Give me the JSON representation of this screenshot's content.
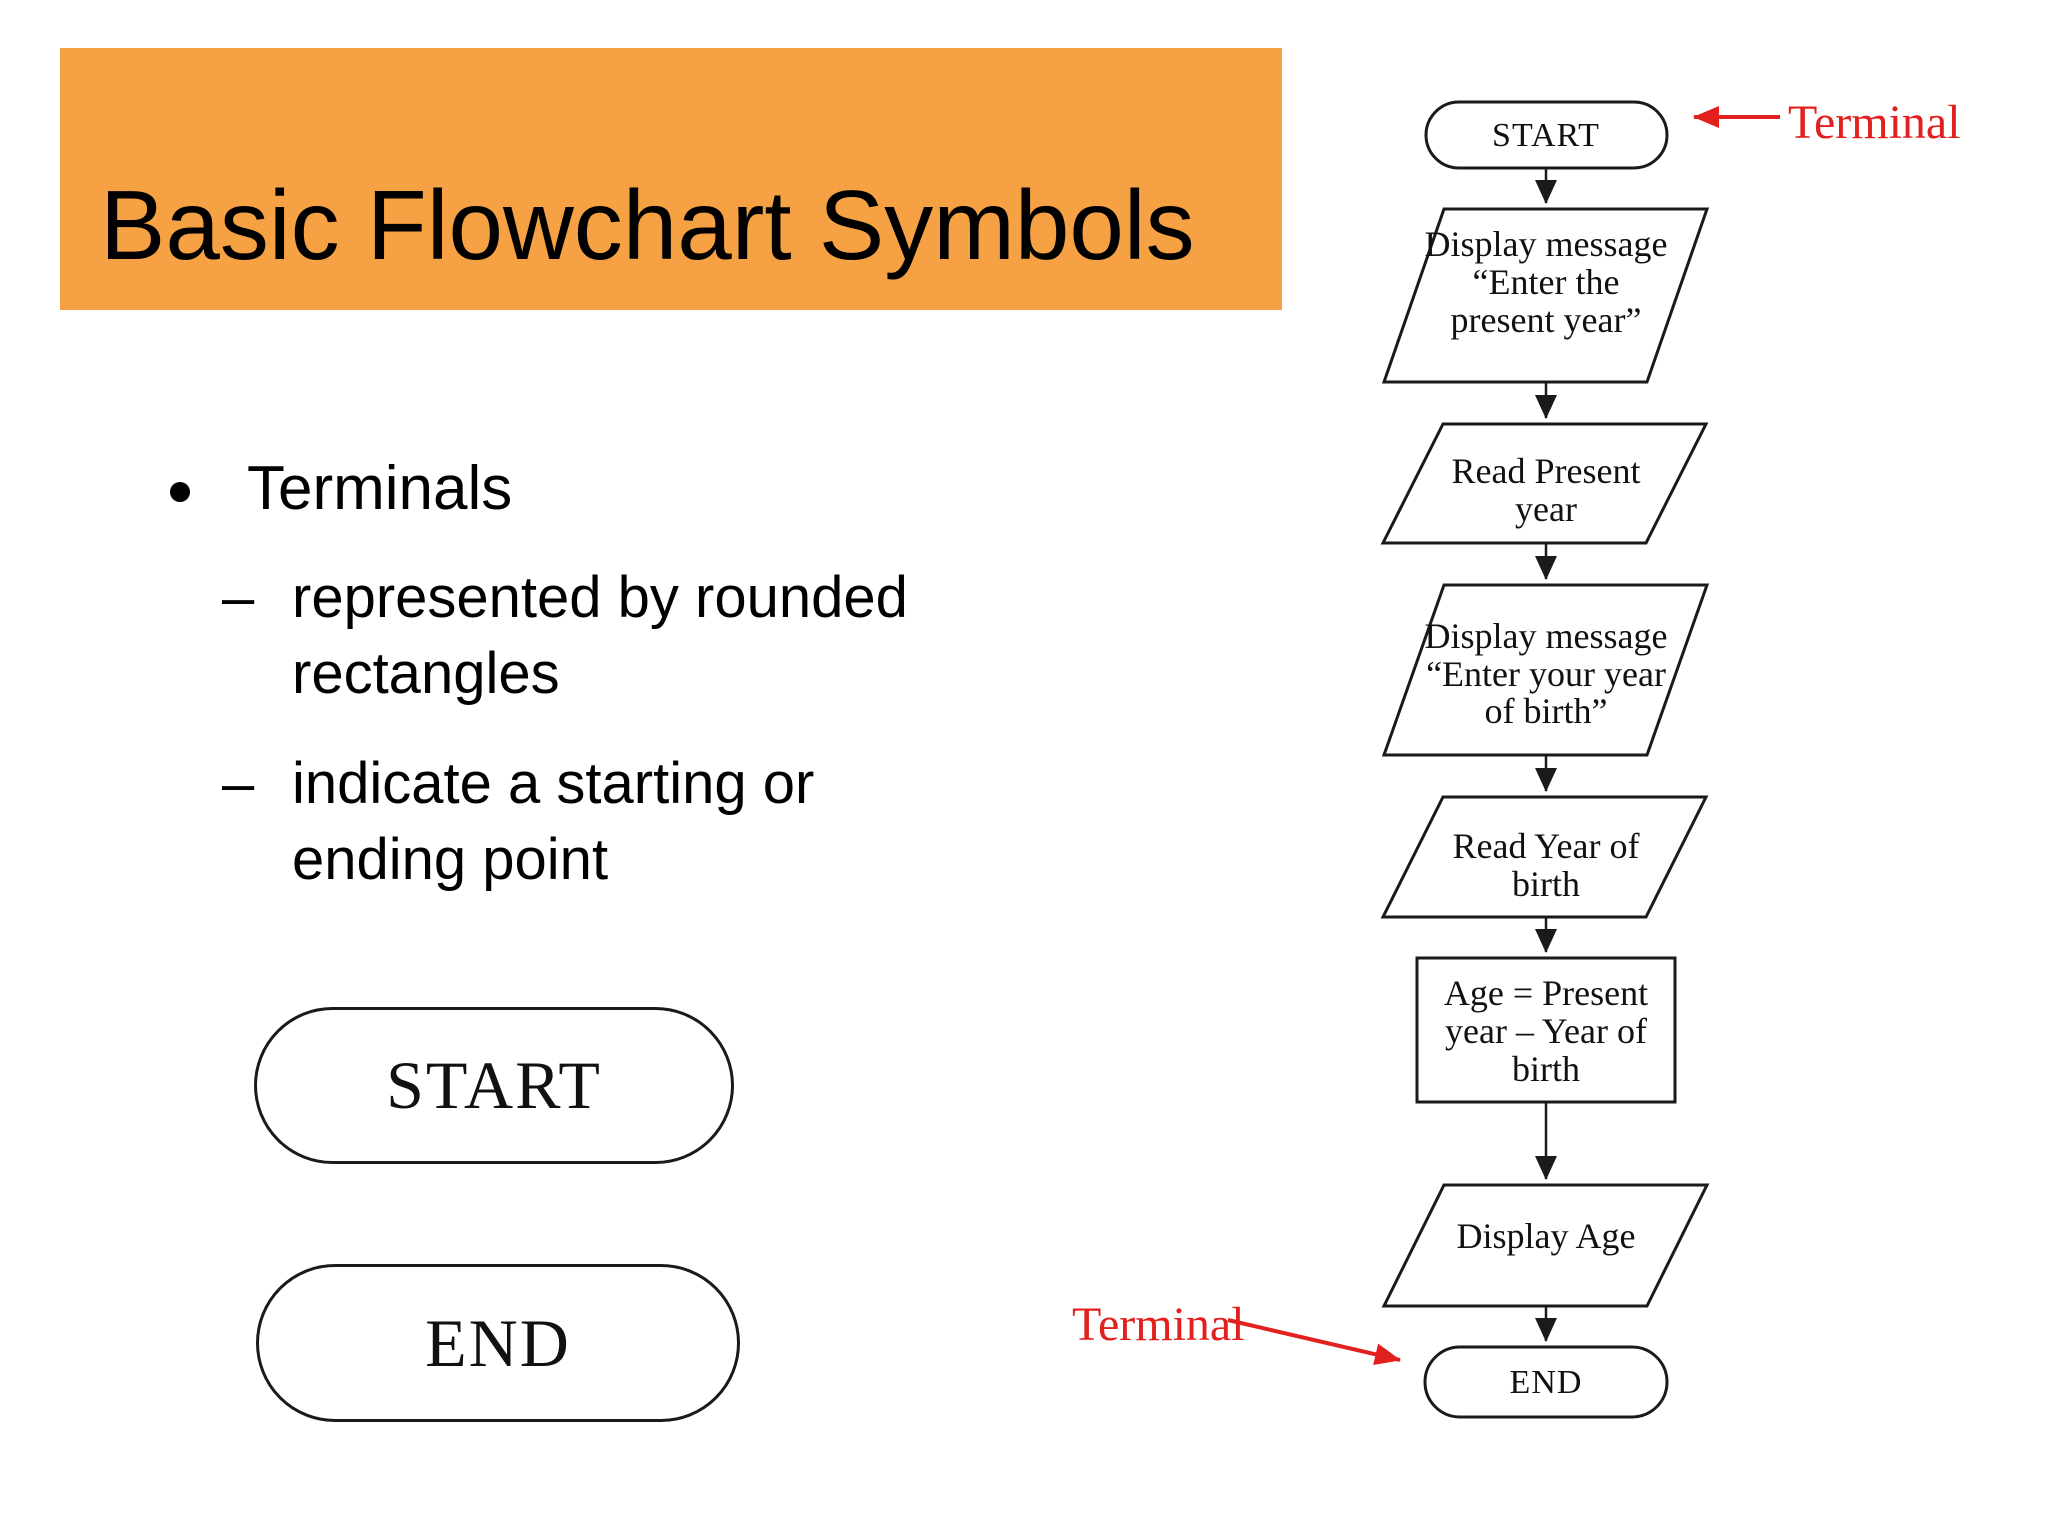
{
  "slide": {
    "title": "Basic Flowchart Symbols",
    "bullets": {
      "main": "Terminals",
      "subs": [
        {
          "marker": "–",
          "lines": [
            "represented by rounded",
            "rectangles"
          ]
        },
        {
          "marker": "–",
          "lines": [
            "indicate a starting or",
            "ending point"
          ]
        }
      ]
    },
    "examples": {
      "start_label": "START",
      "end_label": "END"
    }
  },
  "flowchart": {
    "nodes": {
      "start": {
        "type": "terminal",
        "label": "START"
      },
      "io_enter_present_year": {
        "type": "input-output",
        "lines": [
          "Display message",
          "“Enter the",
          "present year”"
        ]
      },
      "io_read_present_year": {
        "type": "input-output",
        "lines": [
          "Read Present",
          "year"
        ]
      },
      "io_enter_birth_year": {
        "type": "input-output",
        "lines": [
          "Display message",
          "“Enter your year",
          "of birth”"
        ]
      },
      "io_read_birth_year": {
        "type": "input-output",
        "lines": [
          "Read Year of",
          "birth"
        ]
      },
      "process_age": {
        "type": "process",
        "lines": [
          "Age =  Present",
          "year – Year of",
          "birth"
        ]
      },
      "io_display_age": {
        "type": "input-output",
        "lines": [
          "Display Age"
        ]
      },
      "end": {
        "type": "terminal",
        "label": "END"
      }
    },
    "annotations": {
      "top_label": "Terminal",
      "bottom_label": "Terminal"
    }
  },
  "colors": {
    "banner_orange": "#F6A143",
    "annotation_red": "#E2201D",
    "shape_stroke": "#1A1A1A",
    "text_black": "#111111",
    "background": "#FFFFFF"
  }
}
